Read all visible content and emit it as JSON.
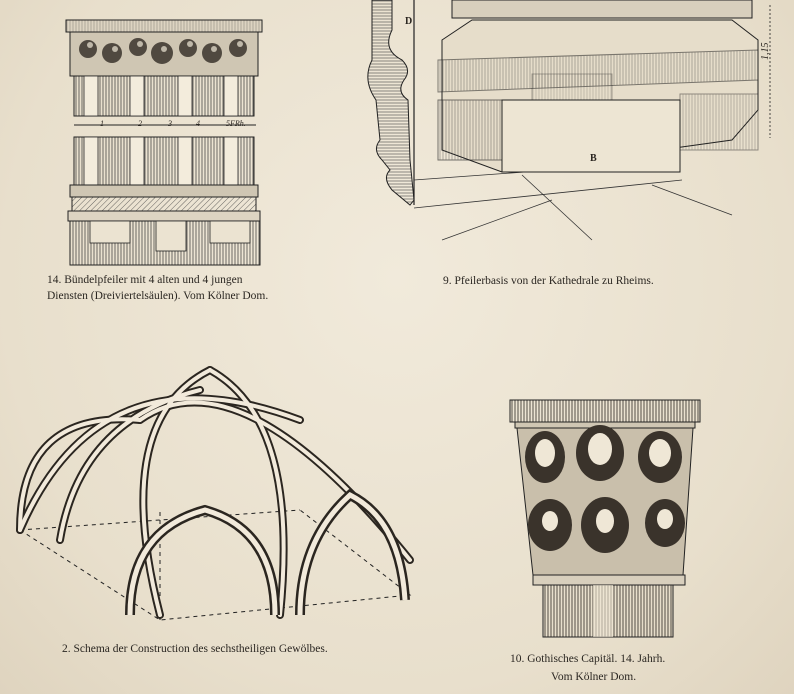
{
  "plate": {
    "fig14": {
      "caption_line1": "14. Bündelpfeiler mit 4 alten und 4 jungen",
      "caption_line2": "Diensten (Dreiviertelsäulen). Vom Kölner Dom.",
      "scale_marks": [
        "1",
        "2",
        "3",
        "4",
        "5FRh."
      ]
    },
    "fig9": {
      "caption": "9. Pfeilerbasis von der Kathedrale zu Rheims.",
      "label_d": "D",
      "label_b": "B",
      "dimension": "1,15"
    },
    "fig2": {
      "caption": "2. Schema der Construction des sechstheiligen Gewölbes."
    },
    "fig10": {
      "caption_line1": "10. Gothisches Capitäl. 14. Jahrh.",
      "caption_line2": "Vom Kölner Dom."
    }
  },
  "colors": {
    "paper": "#ece4d3",
    "ink": "#2a2520"
  }
}
